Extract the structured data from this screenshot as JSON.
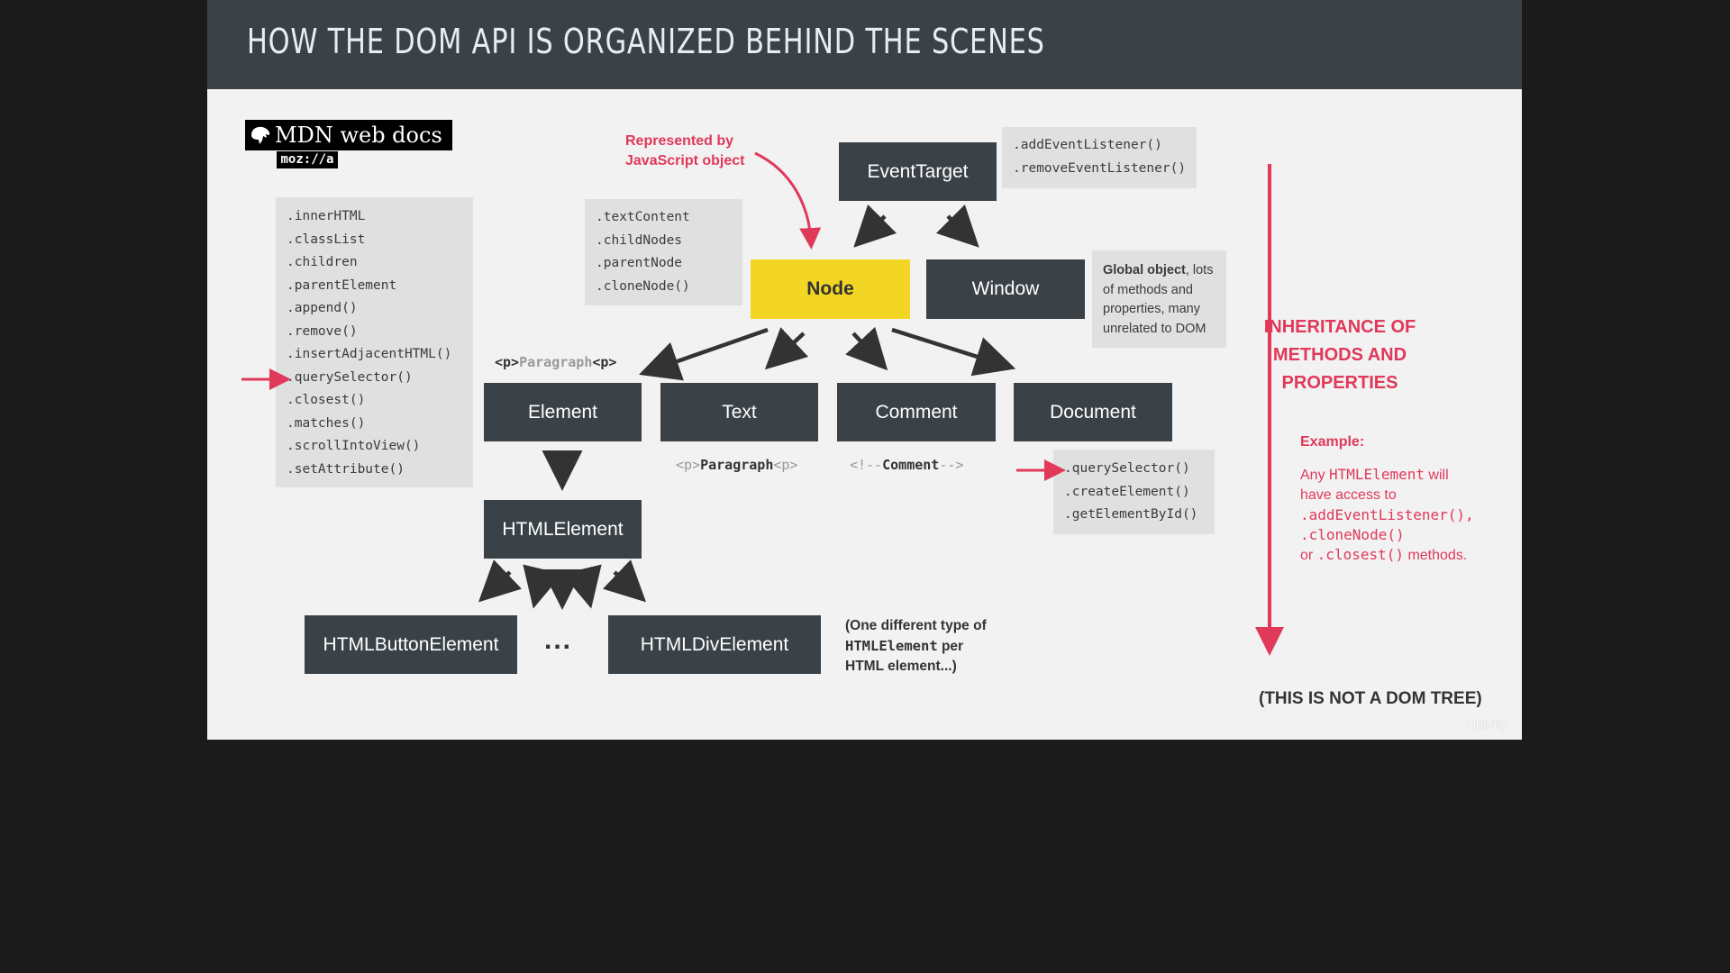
{
  "title": "How the DOM API is organized behind the scenes",
  "logo": {
    "text": "MDN web docs",
    "badge": "moz://a",
    "icon": "dino-icon"
  },
  "annotation_node": {
    "line1": "Represented by",
    "line2": "JavaScript object"
  },
  "nodes": {
    "event_target": "EventTarget",
    "node": "Node",
    "window": "Window",
    "element": "Element",
    "text": "Text",
    "comment": "Comment",
    "document": "Document",
    "html_element": "HTMLElement",
    "html_button_element": "HTMLButtonElement",
    "html_div_element": "HTMLDivElement",
    "ellipsis": "..."
  },
  "event_target_methods": [
    ".addEventListener()",
    ".removeEventListener()"
  ],
  "node_props": [
    ".textContent",
    ".childNodes",
    ".parentNode",
    ".cloneNode()"
  ],
  "element_props": [
    ".innerHTML",
    ".classList",
    ".children",
    ".parentElement",
    ".append()",
    ".remove()",
    ".insertAdjacentHTML()",
    ".querySelector()",
    ".closest()",
    ".matches()",
    ".scrollIntoView()",
    ".setAttribute()"
  ],
  "document_methods": [
    ".querySelector()",
    ".createElement()",
    ".getElementById()"
  ],
  "window_note": {
    "bold": "Global object",
    "rest1": ", lots",
    "line2": "of methods and",
    "line3": "properties, many",
    "line4": "unrelated to DOM"
  },
  "element_example": {
    "open": "<p>",
    "content": "Paragraph",
    "close": "<p>"
  },
  "text_example": {
    "open": "<p>",
    "content": "Paragraph",
    "close": "<p>"
  },
  "comment_example": {
    "open": "<!--",
    "content": "Comment",
    "close": "-->"
  },
  "html_element_note": {
    "line1": "(One different type of",
    "line2_code": "HTMLElement",
    "line2_rest": " per",
    "line3": "HTML element...)"
  },
  "inheritance": {
    "heading1": "INHERITANCE OF",
    "heading2": "METHODS AND",
    "heading3": "PROPERTIES",
    "example_label": "Example:",
    "ex_line1_a": "Any ",
    "ex_line1_code": "HTMLElement",
    "ex_line1_b": " will",
    "ex_line2": "have access to",
    "ex_code1": ".addEventListener(),",
    "ex_code2": ".cloneNode()",
    "ex_or": "or ",
    "ex_code3": ".closest()",
    "ex_end": " methods."
  },
  "footer_note": "(THIS IS NOT A DOM TREE)",
  "watermark": "Udemy",
  "colors": {
    "header": "#3a4248",
    "box": "#3a4248",
    "node_highlight": "#f2d623",
    "accent": "#e0395a",
    "panel": "#e0e0e0",
    "background": "#f2f2f2"
  }
}
